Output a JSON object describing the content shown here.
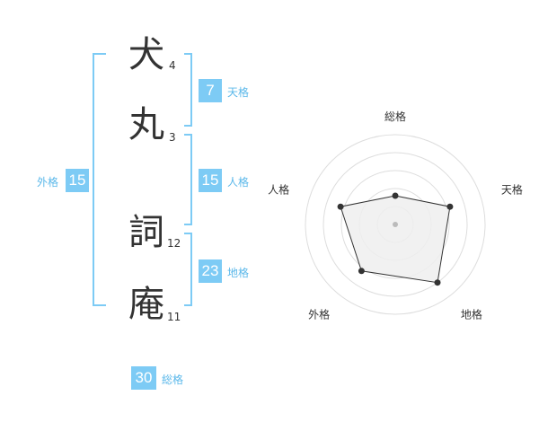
{
  "name_chars": [
    {
      "char": "犬",
      "strokes": "4"
    },
    {
      "char": "丸",
      "strokes": "3"
    },
    {
      "char": "詞",
      "strokes": "12"
    },
    {
      "char": "庵",
      "strokes": "11"
    }
  ],
  "kaku": {
    "tenkaku": {
      "value": "7",
      "label": "天格"
    },
    "jinkaku": {
      "value": "15",
      "label": "人格"
    },
    "chikaku": {
      "value": "23",
      "label": "地格"
    },
    "gaikaku": {
      "value": "15",
      "label": "外格"
    },
    "soukaku": {
      "value": "30",
      "label": "総格"
    }
  },
  "colors": {
    "accent": "#7dcbf5",
    "text": "#333333",
    "radar_fill": "#efefef"
  },
  "chart_data": {
    "type": "radar",
    "axes": [
      "総格",
      "天格",
      "地格",
      "外格",
      "人格"
    ],
    "values": [
      2,
      4,
      5,
      4,
      4
    ],
    "max": 5,
    "rings": 5
  }
}
